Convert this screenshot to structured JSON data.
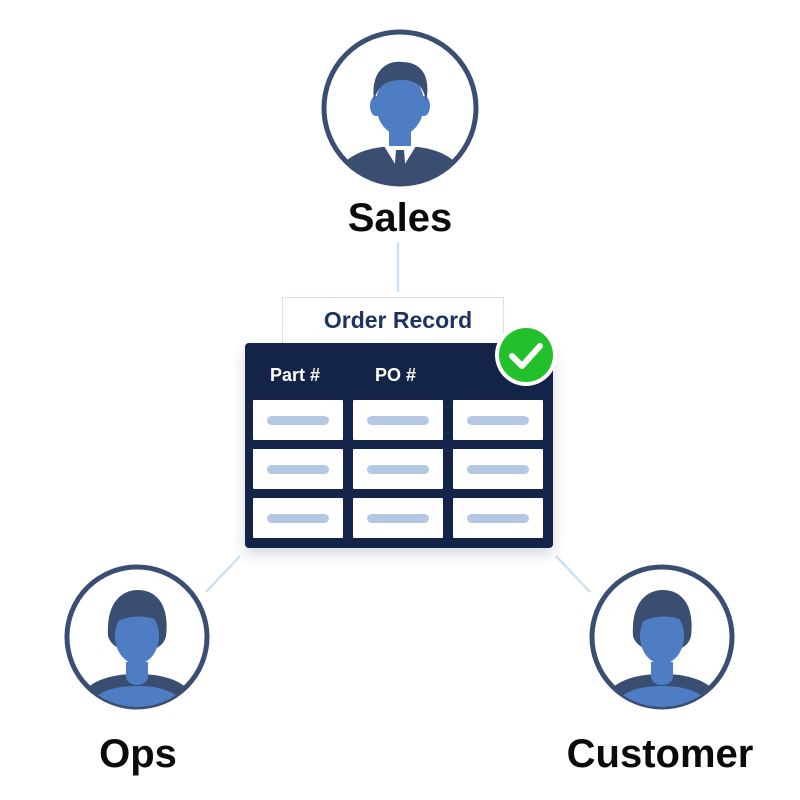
{
  "roles": {
    "sales": "Sales",
    "ops": "Ops",
    "customer": "Customer"
  },
  "record": {
    "title": "Order Record",
    "columns": [
      "Part #",
      "PO #",
      ""
    ],
    "row_count": 3,
    "status": "verified"
  },
  "icons": {
    "people": "person-icon",
    "status": "check-circle-icon"
  },
  "colors": {
    "navy": "#142348",
    "avatar_outline": "#3a4e72",
    "avatar_fill": "#4f7dc4",
    "placeholder_bar": "#b5c8e3",
    "connector": "#cde2ee",
    "check_green": "#22c02b"
  }
}
